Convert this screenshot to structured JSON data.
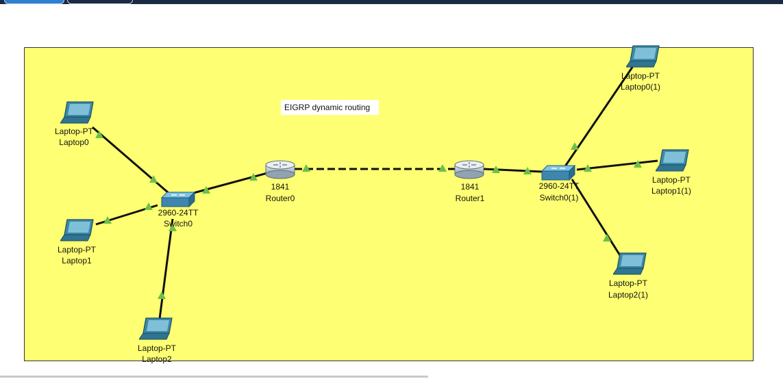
{
  "note": "EIGRP dynamic routing",
  "devices": {
    "laptop0": {
      "model": "Laptop-PT",
      "name": "Laptop0"
    },
    "laptop1": {
      "model": "Laptop-PT",
      "name": "Laptop1"
    },
    "laptop2": {
      "model": "Laptop-PT",
      "name": "Laptop2"
    },
    "switch0": {
      "model": "2960-24TT",
      "name": "Switch0"
    },
    "router0": {
      "model": "1841",
      "name": "Router0"
    },
    "router1": {
      "model": "1841",
      "name": "Router1"
    },
    "switch0_1": {
      "model": "2960-24TT",
      "name": "Switch0(1)"
    },
    "laptop0_1": {
      "model": "Laptop-PT",
      "name": "Laptop0(1)"
    },
    "laptop1_1": {
      "model": "Laptop-PT",
      "name": "Laptop1(1)"
    },
    "laptop2_1": {
      "model": "Laptop-PT",
      "name": "Laptop2(1)"
    }
  },
  "colors": {
    "workspace": "#ffff73",
    "link": "#111111",
    "link_up": "#6cc04a",
    "laptop": "#3d8aa8",
    "switch": "#3e86ae",
    "router": "#b4c3cc"
  },
  "link_status": "up"
}
